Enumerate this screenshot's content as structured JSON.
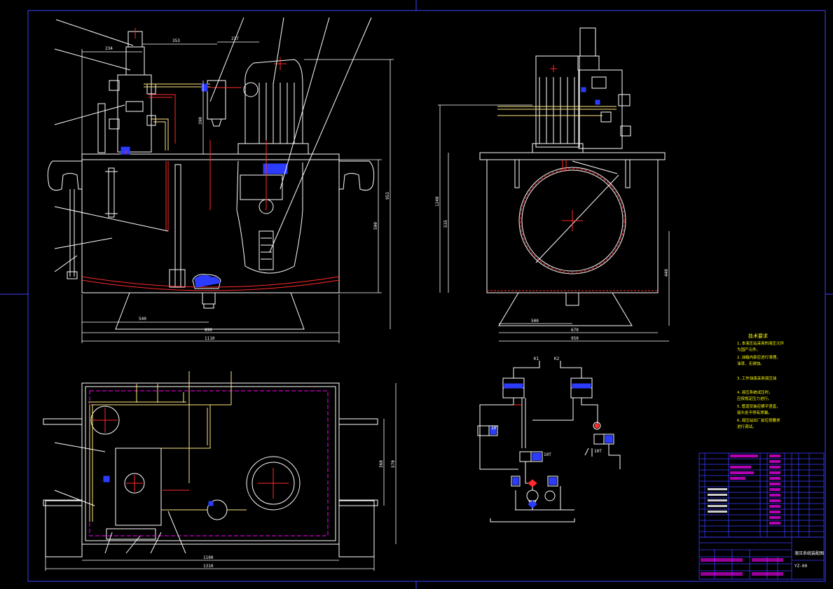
{
  "drawing": {
    "colors": {
      "background": "#000000",
      "outline": "#ffffff",
      "dimension": "#ffffff",
      "pipe": "#ffe680",
      "center_line": "#ff2a2a",
      "hidden_line": "#ff00ff",
      "border": "#4040ff",
      "accent_blue": "#2c3cff",
      "text_yellow": "#ffff00",
      "table_grid": "#3a3aff"
    },
    "front_view": {
      "dims_top": [
        "234",
        "353",
        "237"
      ],
      "dims_bottom": [
        "540",
        "890",
        "1110"
      ],
      "dims_right": [
        "500",
        "953"
      ],
      "dim_left_vertical": "390"
    },
    "side_view": {
      "dims_bottom": [
        "500",
        "670",
        "950"
      ],
      "dims_left": [
        "1240",
        "535"
      ],
      "dim_right": "440"
    },
    "plan_view": {
      "dims_bottom": [
        "1100",
        "1310"
      ],
      "dims_right": [
        "360",
        "570"
      ]
    },
    "schematic": {
      "labels": [
        "K1",
        "K2",
        "10T",
        "10T",
        "10T"
      ]
    },
    "tech_requirements": {
      "title": "技术要求",
      "lines": [
        "1.本液压站采用的液压元件",
        "为国产元件。",
        "2.油箱内部应进行清理，",
        "油漆、无锈蚀。",
        "3.工作油液采用液压油",
        "4.液压系统试压时，",
        "应按规定压力进行。",
        "5.管道安装应横平竖直，",
        "接头处不得有渗漏。",
        "6.液压站出厂前应按要求",
        "进行调试。"
      ]
    },
    "title_block": {
      "title": "液压系统装配图",
      "code": "YZ-00"
    }
  }
}
